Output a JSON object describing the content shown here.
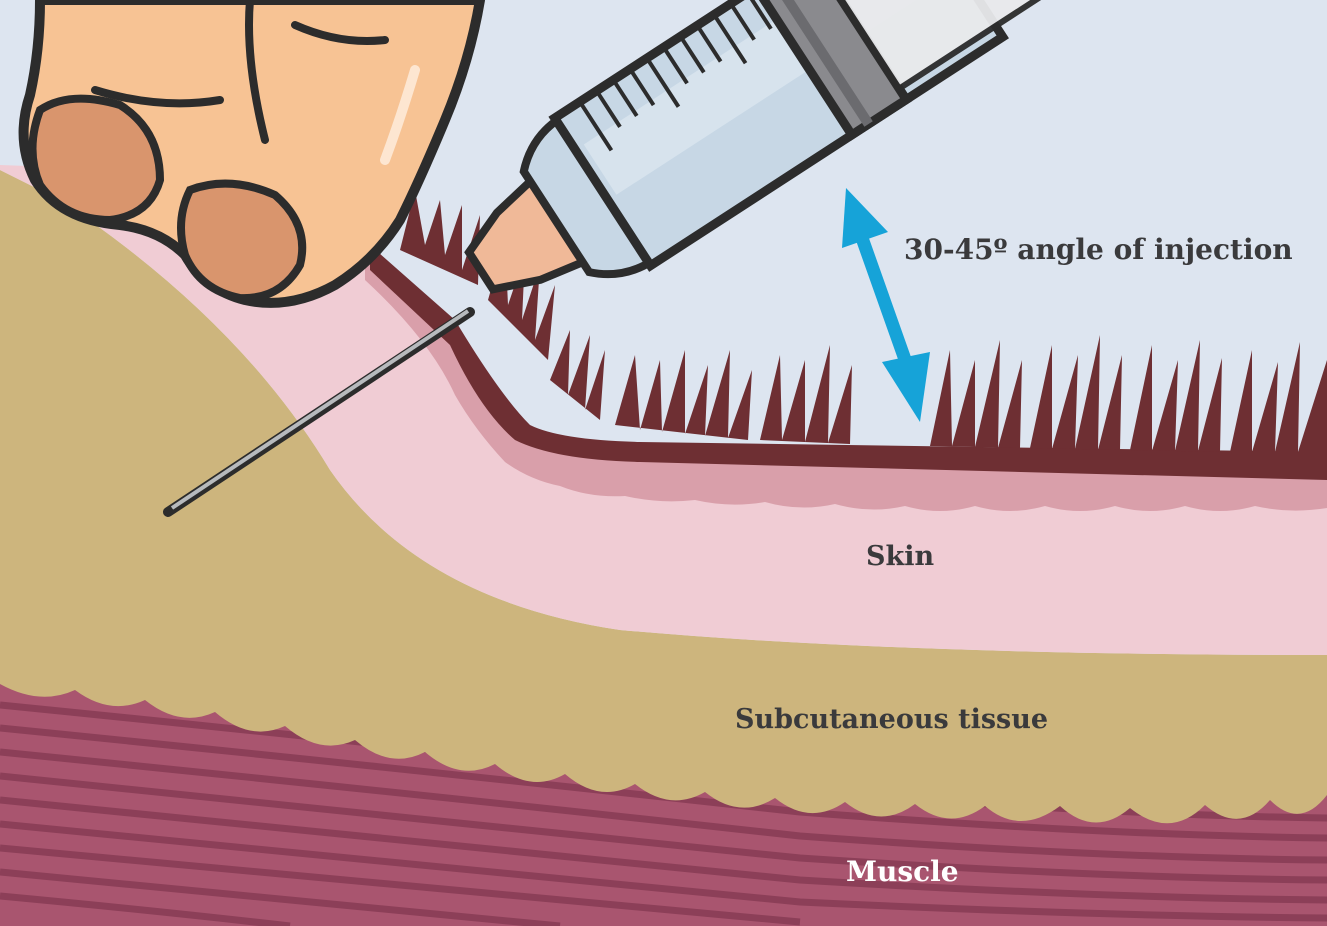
{
  "labels": {
    "angle": "30-45º angle of injection",
    "skin": "Skin",
    "subcutaneous": "Subcutaneous tissue",
    "muscle": "Muscle"
  },
  "colors": {
    "sky": "#dde5f0",
    "skin_light": "#f0ccd4",
    "skin_mid": "#d99faa",
    "hair": "#6e2f33",
    "fat": "#cdb57d",
    "muscle": "#a9556f",
    "muscle_stripe": "#8c3f58",
    "finger": "#f7c394",
    "finger_shadow": "#d9956d",
    "outline": "#2c2c2c",
    "needle": "#7d8086",
    "barrel": "#c7d7e5",
    "plunger_seal": "#8a8a8e",
    "hub": "#f0b998",
    "arrow": "#16a3d8",
    "label_text": "#3a3a3c",
    "label_text_light": "#ffffff"
  },
  "icons": {
    "syringe": "syringe-icon",
    "hand": "hand-icon",
    "angle_arrow": "double-arrow-icon"
  }
}
